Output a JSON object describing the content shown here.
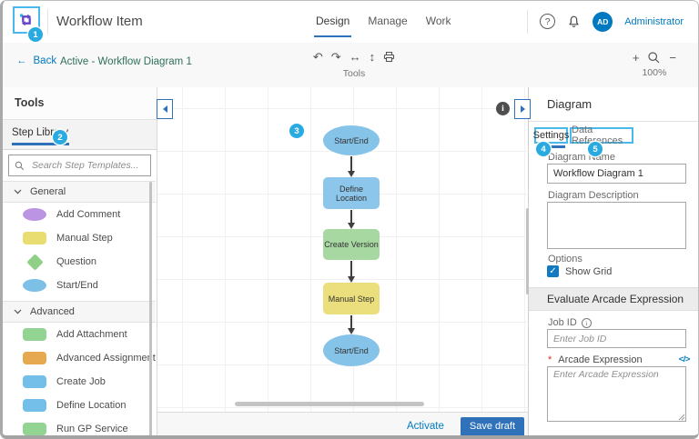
{
  "header": {
    "title": "Workflow Item",
    "nav_tabs": [
      {
        "label": "Design",
        "active": true
      },
      {
        "label": "Manage",
        "active": false
      },
      {
        "label": "Work",
        "active": false
      }
    ],
    "user": {
      "initials": "AD",
      "name": "Administrator"
    }
  },
  "toolbar": {
    "back_label": "Back",
    "breadcrumb": "Active - Workflow Diagram 1",
    "tools_label": "Tools",
    "zoom_level": "100%"
  },
  "icons": {
    "back_arrow": "←",
    "help": "?",
    "undo": "↶",
    "redo": "↷",
    "fit_width": "↔",
    "fit_height": "↕",
    "zoom_in": "+",
    "zoom_out": "−",
    "info": "i",
    "check": "✓",
    "code": "</>"
  },
  "step_library": {
    "panel_title": "Tools",
    "tab_label": "Step Library",
    "search_placeholder": "Search Step Templates...",
    "sections": [
      {
        "label": "General",
        "items": [
          {
            "label": "Add Comment",
            "shape": "ellipse",
            "color": "#bb95e3"
          },
          {
            "label": "Manual Step",
            "shape": "rect",
            "color": "#e9dd72"
          },
          {
            "label": "Question",
            "shape": "diamond",
            "color": "#8fcf88"
          },
          {
            "label": "Start/End",
            "shape": "ellipse",
            "color": "#7cc0e8"
          }
        ]
      },
      {
        "label": "Advanced",
        "items": [
          {
            "label": "Add Attachment",
            "shape": "rect",
            "color": "#93d493"
          },
          {
            "label": "Advanced Assignment",
            "shape": "rect",
            "color": "#e7a94f"
          },
          {
            "label": "Create Job",
            "shape": "rect",
            "color": "#74bfe9"
          },
          {
            "label": "Define Location",
            "shape": "rect",
            "color": "#74bfe9"
          },
          {
            "label": "Run GP Service",
            "shape": "rect",
            "color": "#93d493"
          }
        ]
      }
    ]
  },
  "canvas": {
    "nodes": [
      {
        "label": "Start/End",
        "shape": "ellipse",
        "color": "#85c3e9"
      },
      {
        "label": "Define Location",
        "shape": "rect",
        "color": "#8cc6ea"
      },
      {
        "label": "Create Version",
        "shape": "rect",
        "color": "#a7d8a1"
      },
      {
        "label": "Manual Step",
        "shape": "rect",
        "color": "#ebdf7d"
      },
      {
        "label": "Start/End",
        "shape": "ellipse",
        "color": "#85c3e9"
      }
    ]
  },
  "footer": {
    "activate_label": "Activate",
    "save_draft_label": "Save draft"
  },
  "diagram_panel": {
    "title": "Diagram",
    "tabs": [
      {
        "label": "Settings",
        "active": true
      },
      {
        "label": "Data References",
        "active": false
      }
    ],
    "diagram_name_label": "Diagram Name",
    "diagram_name_value": "Workflow Diagram 1",
    "diagram_description_label": "Diagram Description",
    "options_label": "Options",
    "show_grid_label": "Show Grid",
    "show_grid_checked": true,
    "section_title": "Evaluate Arcade Expression",
    "job_id_label": "Job ID",
    "job_id_placeholder": "Enter Job ID",
    "required_marker": "*",
    "arcade_label": "Arcade Expression",
    "arcade_placeholder": "Enter Arcade Expression"
  },
  "annotations": {
    "badges": [
      "1",
      "2",
      "3",
      "4",
      "5"
    ]
  },
  "colors": {
    "accent_blue": "#0079c1",
    "active_green": "#2e7058",
    "primary_button_blue": "#2f72b9",
    "annotation_blue": "#29abe2",
    "tab_underline_blue": "#2f72b9"
  }
}
